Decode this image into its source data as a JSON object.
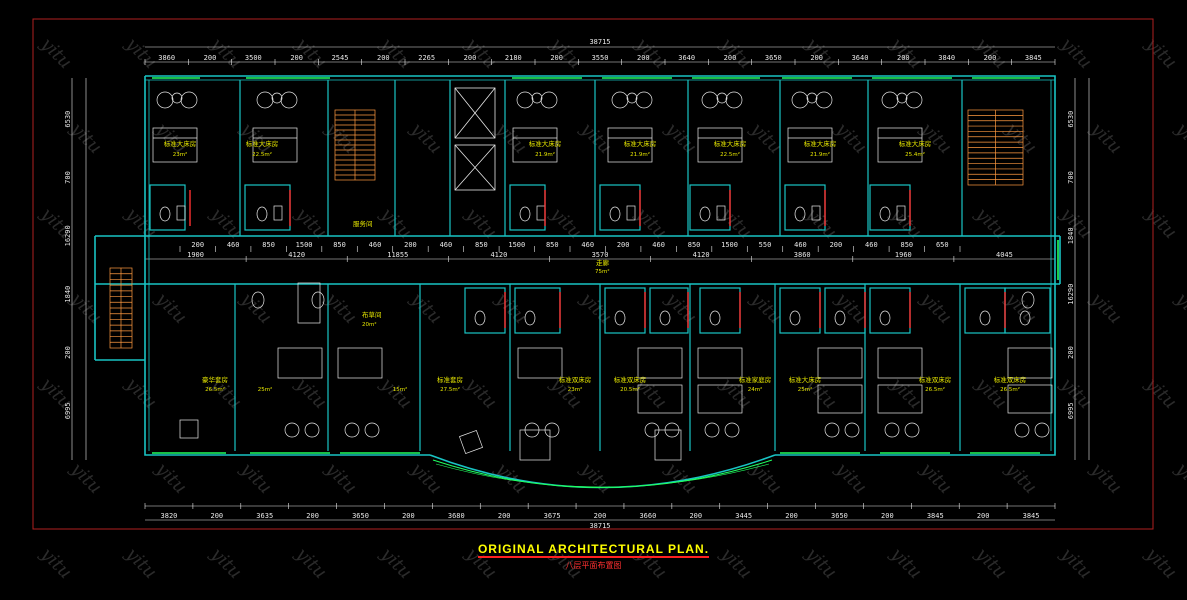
{
  "colors": {
    "wall": "#19c4c4",
    "dim": "#e8e8e8",
    "frame": "#b02020",
    "furniture": "#e8e8e8",
    "label": "#e8e800",
    "stair": "#ff9a40",
    "window": "#20ff60",
    "red": "#ff3030"
  },
  "title_en": "ORIGINAL  ARCHITECTURAL  PLAN.",
  "title_cn": "八层平面布置图",
  "watermark": "yitu",
  "overall_dim_top": "38715",
  "overall_dim_bottom": "38715",
  "dims_top": [
    "3860",
    "200",
    "3500",
    "200",
    "2545",
    "200",
    "2265",
    "200",
    "2180",
    "200",
    "3550",
    "200",
    "3640",
    "200",
    "3650",
    "200",
    "3640",
    "200",
    "3840",
    "200",
    "3845"
  ],
  "dims_bottom": [
    "3820",
    "200",
    "3635",
    "200",
    "3650",
    "200",
    "3680",
    "200",
    "3675",
    "200",
    "3660",
    "200",
    "3445",
    "200",
    "3650",
    "200",
    "3845",
    "200",
    "3845"
  ],
  "dims_corridor": [
    "1900",
    "4120",
    "11855",
    "4120",
    "3570",
    "4120",
    "3860",
    "1960",
    "4045"
  ],
  "dims_small_upper": [
    "200",
    "460",
    "850",
    "1500",
    "850",
    "460",
    "200",
    "460",
    "850",
    "1500",
    "850",
    "460",
    "200",
    "460",
    "850",
    "1500",
    "550",
    "460",
    "200",
    "460",
    "850",
    "650"
  ],
  "dims_left": [
    "6530",
    "700",
    "16290",
    "1840",
    "200",
    "6995"
  ],
  "dims_right": [
    "6530",
    "700",
    "1840",
    "16290",
    "200",
    "6995"
  ],
  "rooms_top": [
    {
      "name": "标准大床房",
      "area": "23m²"
    },
    {
      "name": "标准大床房",
      "area": "22.5m²"
    },
    {
      "name": "标准大床房",
      "area": "21.9m²"
    },
    {
      "name": "标准大床房",
      "area": "21.9m²"
    },
    {
      "name": "标准大床房",
      "area": "22.5m²"
    },
    {
      "name": "标准大床房",
      "area": "21.9m²"
    },
    {
      "name": "标准大床房",
      "area": "25.4m²"
    }
  ],
  "rooms_bottom": [
    {
      "name": "豪华套房",
      "area": "26.5m²"
    },
    {
      "name": "",
      "area": "25m²"
    },
    {
      "name": "",
      "area": "15m²"
    },
    {
      "name": "标准套房",
      "area": "27.5m²"
    },
    {
      "name": "标准双床房",
      "area": "23m²"
    },
    {
      "name": "标准双床房",
      "area": "20.5m²"
    },
    {
      "name": "标准家庭房",
      "area": "24m²"
    },
    {
      "name": "标准大床房",
      "area": "25m²"
    },
    {
      "name": "标准双床房",
      "area": "26.5m²"
    },
    {
      "name": "标准双床房",
      "area": "26.5m²"
    }
  ],
  "service_room": "服务间",
  "linen_room": "布草间",
  "linen_area": "20m²",
  "corridor": "走廊",
  "corridor_area": "75m²"
}
